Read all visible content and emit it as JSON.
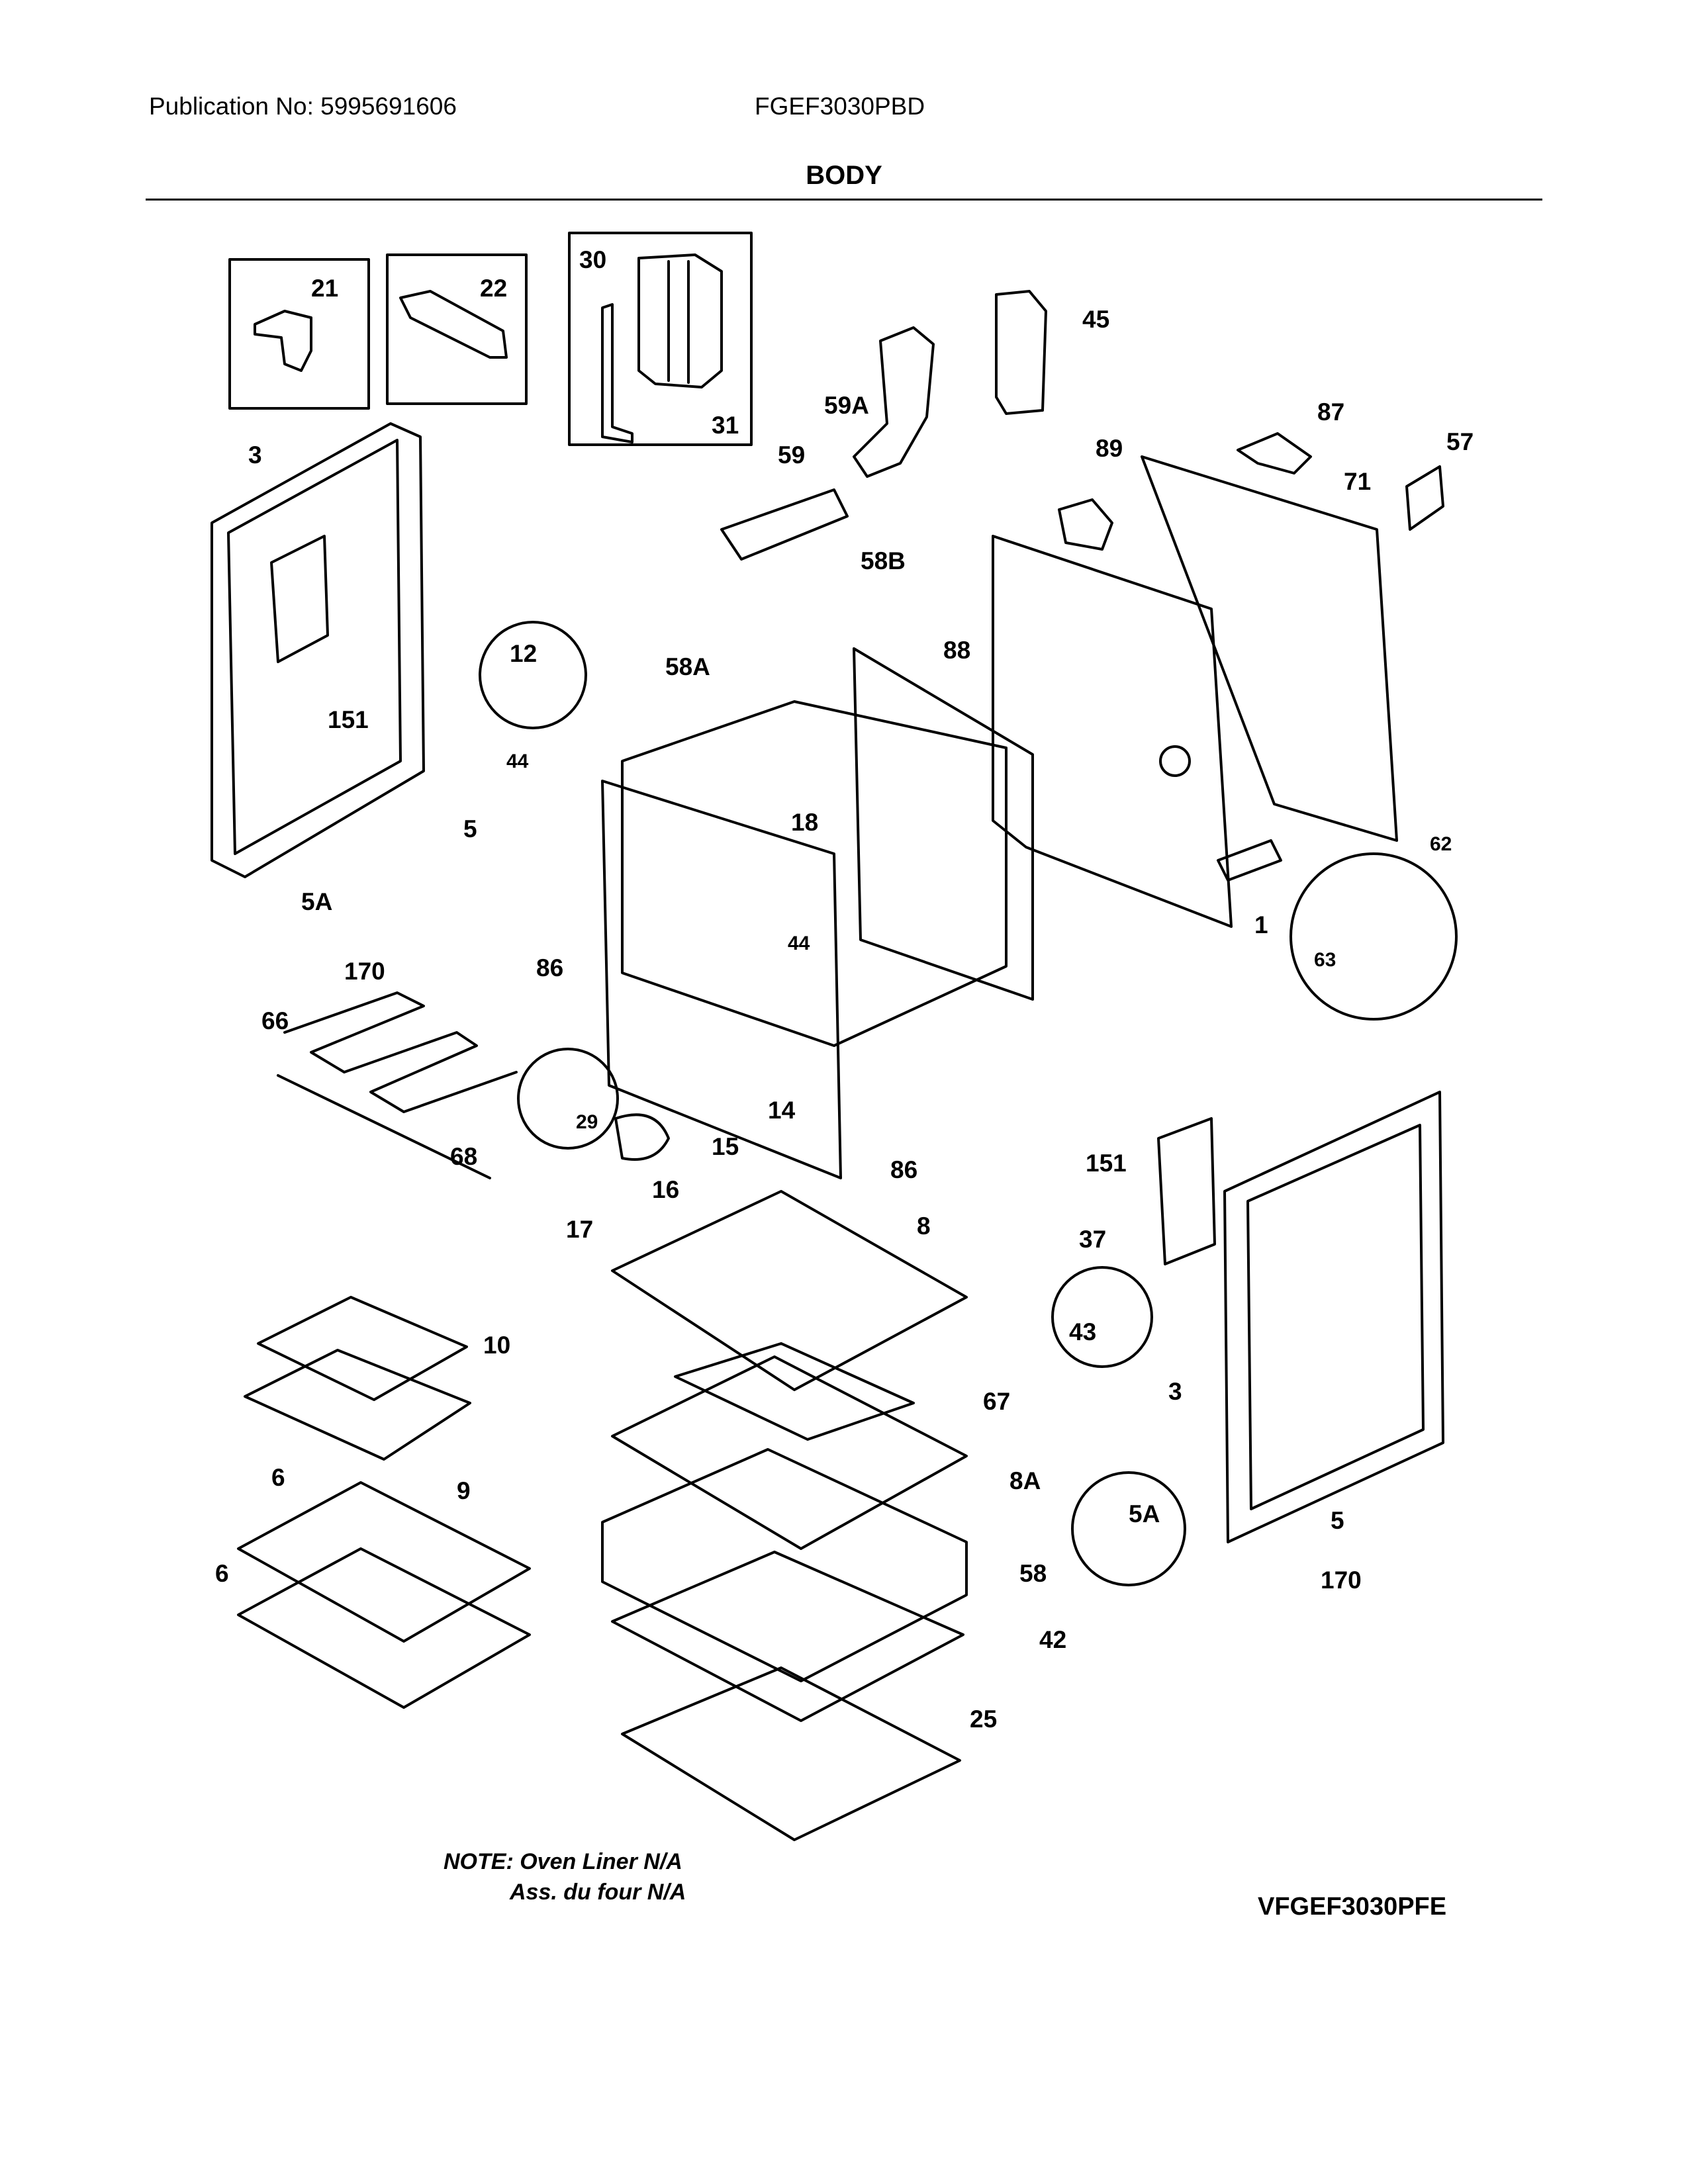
{
  "header": {
    "publication": "Publication No: 5995691606",
    "model": "FGEF3030PBD"
  },
  "title": "BODY",
  "note": {
    "line1": "NOTE: Oven Liner N/A",
    "line2": "Ass. du four N/A"
  },
  "diagram_code": "VFGEF3030PFE",
  "callouts": {
    "c21": "21",
    "c22": "22",
    "c30": "30",
    "c31": "31",
    "c45": "45",
    "c59a": "59A",
    "c59": "59",
    "c87": "87",
    "c57": "57",
    "c89": "89",
    "c71": "71",
    "c3a": "3",
    "c151a": "151",
    "c12": "12",
    "c58b": "58B",
    "c88": "88",
    "c58a": "58A",
    "c44a": "44",
    "c18": "18",
    "c5a": "5",
    "c5aa": "5A",
    "c170a": "170",
    "c62": "62",
    "c1": "1",
    "c63": "63",
    "c86a": "86",
    "c44b": "44",
    "c66": "66",
    "c29": "29",
    "c14": "14",
    "c15": "15",
    "c68": "68",
    "c16": "16",
    "c86b": "86",
    "c17": "17",
    "c151b": "151",
    "c37": "37",
    "c8": "8",
    "c10": "10",
    "c43": "43",
    "c3b": "3",
    "c67": "67",
    "c9": "9",
    "c6a": "6",
    "c8a": "8A",
    "c5ab": "5A",
    "c5b": "5",
    "c6b": "6",
    "c58": "58",
    "c170b": "170",
    "c42": "42",
    "c25": "25"
  }
}
